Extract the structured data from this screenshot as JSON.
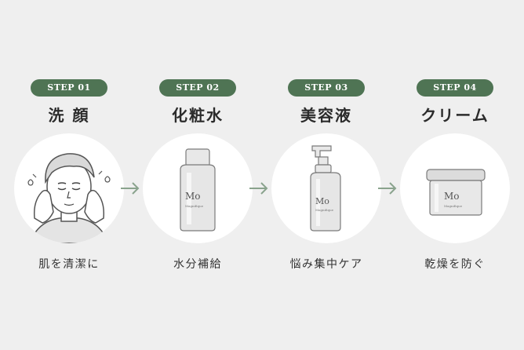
{
  "steps": [
    {
      "badge": "STEP 01",
      "title": "洗 顔",
      "caption": "肌を清潔に",
      "icon": "face-washing-icon"
    },
    {
      "badge": "STEP 02",
      "title": "化粧水",
      "caption": "水分補給",
      "icon": "lotion-bottle-icon",
      "brand_initials": "Mo",
      "brand_sub": "Magnifique"
    },
    {
      "badge": "STEP 03",
      "title": "美容液",
      "caption": "悩み集中ケア",
      "icon": "serum-pump-bottle-icon",
      "brand_initials": "Mo",
      "brand_sub": "Magnifique"
    },
    {
      "badge": "STEP 04",
      "title": "クリーム",
      "caption": "乾燥を防ぐ",
      "icon": "cream-jar-icon",
      "brand_initials": "Mo",
      "brand_sub": "Magnifique"
    }
  ],
  "colors": {
    "background": "#efefef",
    "badge": "#4f7454",
    "arrow": "#8aa38d",
    "circle": "#ffffff"
  }
}
